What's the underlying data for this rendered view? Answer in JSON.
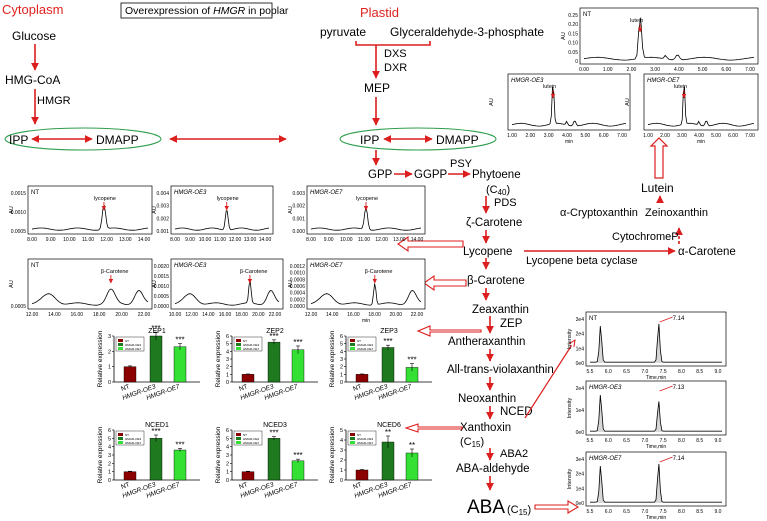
{
  "labels": {
    "cytoplasm": "Cytoplasm",
    "plastid": "Plastid",
    "title_box": "Overexpression of HMGR in poplar"
  },
  "cytoplasm_pathway": {
    "glucose": "Glucose",
    "hmg_coa": "HMG-CoA",
    "hmgr": "HMGR",
    "ipp": "IPP",
    "dmapp": "DMAPP"
  },
  "plastid_pathway": {
    "pyruvate": "pyruvate",
    "g3p": "Glyceraldehyde-3-phosphate",
    "dxs": "DXS",
    "dxr": "DXR",
    "mep": "MEP",
    "ipp": "IPP",
    "dmapp": "DMAPP",
    "gpp": "GPP",
    "ggpp": "GGPP",
    "psy": "PSY",
    "phytoene": "Phytoene",
    "c40": "(C40)",
    "pds": "PDS",
    "zeta_carotene": "ζ-Carotene",
    "lycopene": "Lycopene",
    "beta_carotene": "β-Carotene",
    "zeaxanthin": "Zeaxanthin",
    "zep": "ZEP",
    "antheraxanthin": "Antheraxanthin",
    "violaxanthin": "All-trans-violaxanthin",
    "neoxanthin": "Neoxanthin",
    "nced": "NCED",
    "xanthoxin": "Xanthoxin",
    "c15": "(C15)",
    "aba2": "ABA2",
    "aba_aldehyde": "ABA-aldehyde",
    "aba": "ABA",
    "aba_c15": "(C15)",
    "lutein": "Lutein",
    "alpha_crypto": "α-Cryptoxanthin",
    "zeinoxanthin": "Zeinoxanthin",
    "cytochrome": "CytochromeP",
    "lyc_beta_cyclase": "Lycopene beta cyclase",
    "alpha_carotene": "α-Carotene"
  },
  "chromatograms": {
    "lutein": [
      {
        "label": "NT",
        "peak": "lutein",
        "yticks": [
          "0",
          "0.05",
          "0.10",
          "0.15",
          "0.20",
          "0.25"
        ],
        "xticks": [
          "0.00",
          "1.00",
          "2.00",
          "3.00",
          "4.00",
          "5.00",
          "6.00",
          "7.00"
        ],
        "xunit": "min",
        "yunit": "AU"
      },
      {
        "label": "HMGR-OE3",
        "peak": "lutein",
        "yticks": [],
        "xticks": [
          "1.00",
          "2.00",
          "3.00",
          "4.00",
          "5.00",
          "6.00",
          "7.00"
        ],
        "xunit": "min",
        "yunit": "AU"
      },
      {
        "label": "HMGR-OE7",
        "peak": "lutein",
        "yticks": [],
        "xticks": [
          "1.00",
          "2.00",
          "3.00",
          "4.00",
          "5.00",
          "6.00",
          "7.00"
        ],
        "xunit": "min",
        "yunit": "AU"
      }
    ],
    "lycopene": [
      {
        "label": "NT",
        "peak": "lycopene",
        "yticks": [
          "0.0005",
          "0.0010",
          "0.0015"
        ],
        "xticks": [
          "8.00",
          "9.00",
          "10.00",
          "11.00",
          "12.00",
          "13.00",
          "14.00"
        ],
        "yunit": "AU"
      },
      {
        "label": "HMGR-OE3",
        "peak": "lycopene",
        "yticks": [
          "0.001",
          "0.002",
          "0.003",
          "0.004"
        ],
        "xticks": [
          "8.00",
          "9.00",
          "10.00",
          "11.00",
          "12.00",
          "13.00",
          "14.00"
        ],
        "yunit": "AU"
      },
      {
        "label": "HMGR-OE7",
        "peak": "lycopene",
        "yticks": [
          "0.000",
          "0.001",
          "0.002",
          "0.003"
        ],
        "xticks": [
          "8.00",
          "9.00",
          "10.00",
          "11.00",
          "12.00",
          "13.00",
          "14.00"
        ],
        "yunit": "AU"
      }
    ],
    "beta_carotene": [
      {
        "label": "NT",
        "peak": "β-Carotene",
        "yticks": [
          "0.0005"
        ],
        "xticks": [
          "12.00",
          "14.00",
          "16.00",
          "18.00",
          "20.00",
          "22.00"
        ],
        "yunit": "AU"
      },
      {
        "label": "HMGR-OE3",
        "peak": "β-Carotene",
        "yticks": [
          "0.0000",
          "0.0005",
          "0.0010",
          "0.0015",
          "0.0020"
        ],
        "xticks": [
          "10.00",
          "12.00",
          "14.00",
          "16.00",
          "18.00",
          "20.00",
          "22.00"
        ],
        "yunit": "AU"
      },
      {
        "label": "HMGR-OE7",
        "peak": "β-Carotene",
        "yticks": [
          "0.0000",
          "0.0002",
          "0.0004",
          "0.0006",
          "0.0008",
          "0.0010",
          "0.0012"
        ],
        "xticks": [
          "12.00",
          "14.00",
          "16.00",
          "18.00",
          "20.00",
          "22.00"
        ],
        "xunit": "min",
        "yunit": "AU"
      }
    ],
    "aba": [
      {
        "label": "NT",
        "peak": "7.14",
        "yticks": [
          "0e0",
          "1e4",
          "2e4",
          "3e4"
        ],
        "xticks": [
          "5.5",
          "6.0",
          "6.5",
          "7.0",
          "7.5",
          "8.0",
          "8.5",
          "9.0"
        ],
        "xunit": "Time,min",
        "yunit": "Intensity"
      },
      {
        "label": "HMGR-OE3",
        "peak": "7.13",
        "yticks": [
          "0e0",
          "1e4",
          "2e4"
        ],
        "xticks": [
          "5.5",
          "6.0",
          "6.5",
          "7.0",
          "7.5",
          "8.0",
          "8.5",
          "9.0"
        ],
        "xunit": "Time,min",
        "yunit": "Intensity"
      },
      {
        "label": "HMGR-OE7",
        "peak": "7.14",
        "yticks": [
          "0e0",
          "1e4",
          "2e4",
          "3e4"
        ],
        "xticks": [
          "5.5",
          "6.0",
          "6.5",
          "7.0",
          "7.5",
          "8.0",
          "8.5",
          "9.0"
        ],
        "xunit": "Time,min",
        "yunit": "Intensity"
      }
    ]
  },
  "chart_data": [
    {
      "type": "bar",
      "title": "ZEP1",
      "categories": [
        "NT",
        "HMGR-OE3",
        "HMGR-OE7"
      ],
      "values": [
        1.0,
        3.0,
        2.3
      ],
      "errors": [
        0.05,
        0.25,
        0.2
      ],
      "sig": [
        "",
        "***",
        "***"
      ],
      "ylabel": "Relative expression",
      "ylim": [
        0,
        3
      ],
      "yticks": [
        "0",
        "1",
        "2",
        "3"
      ],
      "legend": [
        "NT",
        "HMGR-OE3",
        "HMGR-OE7"
      ]
    },
    {
      "type": "bar",
      "title": "ZEP2",
      "categories": [
        "NT",
        "HMGR-OE3",
        "HMGR-OE7"
      ],
      "values": [
        1.0,
        5.2,
        4.2
      ],
      "errors": [
        0.05,
        0.3,
        0.5
      ],
      "sig": [
        "",
        "***",
        "***"
      ],
      "ylabel": "Relative expression",
      "ylim": [
        0,
        6
      ],
      "yticks": [
        "0",
        "1",
        "2",
        "3",
        "4",
        "5",
        "6"
      ],
      "legend": [
        "NT",
        "HMGR-OE3",
        "HMGR-OE7"
      ]
    },
    {
      "type": "bar",
      "title": "ZEP3",
      "categories": [
        "NT",
        "HMGR-OE3",
        "HMGR-OE7"
      ],
      "values": [
        1.0,
        4.5,
        1.9
      ],
      "errors": [
        0.05,
        0.3,
        0.5
      ],
      "sig": [
        "",
        "***",
        "***"
      ],
      "ylabel": "Relative expression",
      "ylim": [
        0,
        6
      ],
      "yticks": [
        "0",
        "1",
        "2",
        "3",
        "4",
        "5",
        "6"
      ],
      "legend": [
        "NT",
        "HMGR-OE3",
        "HMGR-OE7"
      ]
    },
    {
      "type": "bar",
      "title": "NCED1",
      "categories": [
        "NT",
        "HMGR-OE3",
        "HMGR-OE7"
      ],
      "values": [
        1.0,
        5.0,
        3.6
      ],
      "errors": [
        0.05,
        0.4,
        0.2
      ],
      "sig": [
        "",
        "***",
        "***"
      ],
      "ylabel": "Relative expression",
      "ylim": [
        0,
        6
      ],
      "yticks": [
        "0",
        "1",
        "2",
        "3",
        "4",
        "5",
        "6"
      ],
      "legend": [
        "NT",
        "HMGR-OE3",
        "HMGR-OE7"
      ]
    },
    {
      "type": "bar",
      "title": "NCED3",
      "categories": [
        "NT",
        "HMGR-OE3",
        "HMGR-OE7"
      ],
      "values": [
        1.0,
        5.0,
        2.3
      ],
      "errors": [
        0.05,
        0.2,
        0.2
      ],
      "sig": [
        "",
        "***",
        "***"
      ],
      "ylabel": "Relative expression",
      "ylim": [
        0,
        6
      ],
      "yticks": [
        "0",
        "1",
        "2",
        "3",
        "4",
        "5",
        "6"
      ],
      "legend": [
        "NT",
        "HMGR-OE3",
        "HMGR-OE7"
      ]
    },
    {
      "type": "bar",
      "title": "NCED6",
      "categories": [
        "NT",
        "HMGR-OE3",
        "HMGR-OE7"
      ],
      "values": [
        1.0,
        3.8,
        2.7
      ],
      "errors": [
        0.05,
        0.6,
        0.4
      ],
      "sig": [
        "",
        "**",
        "**"
      ],
      "ylabel": "Relative expression",
      "ylim": [
        0,
        5
      ],
      "yticks": [
        "0",
        "1",
        "2",
        "3",
        "4",
        "5"
      ],
      "legend": [
        "NT",
        "HMGR-OE3",
        "HMGR-OE7"
      ]
    }
  ],
  "colors": {
    "arrow_red": "#dc1e1e",
    "label_red": "#e0231f",
    "ellipse_green": "#2e9e4b",
    "bar_nt": "#8b0000",
    "bar_oe3": "#1f7a1f",
    "bar_oe7": "#33e033"
  }
}
